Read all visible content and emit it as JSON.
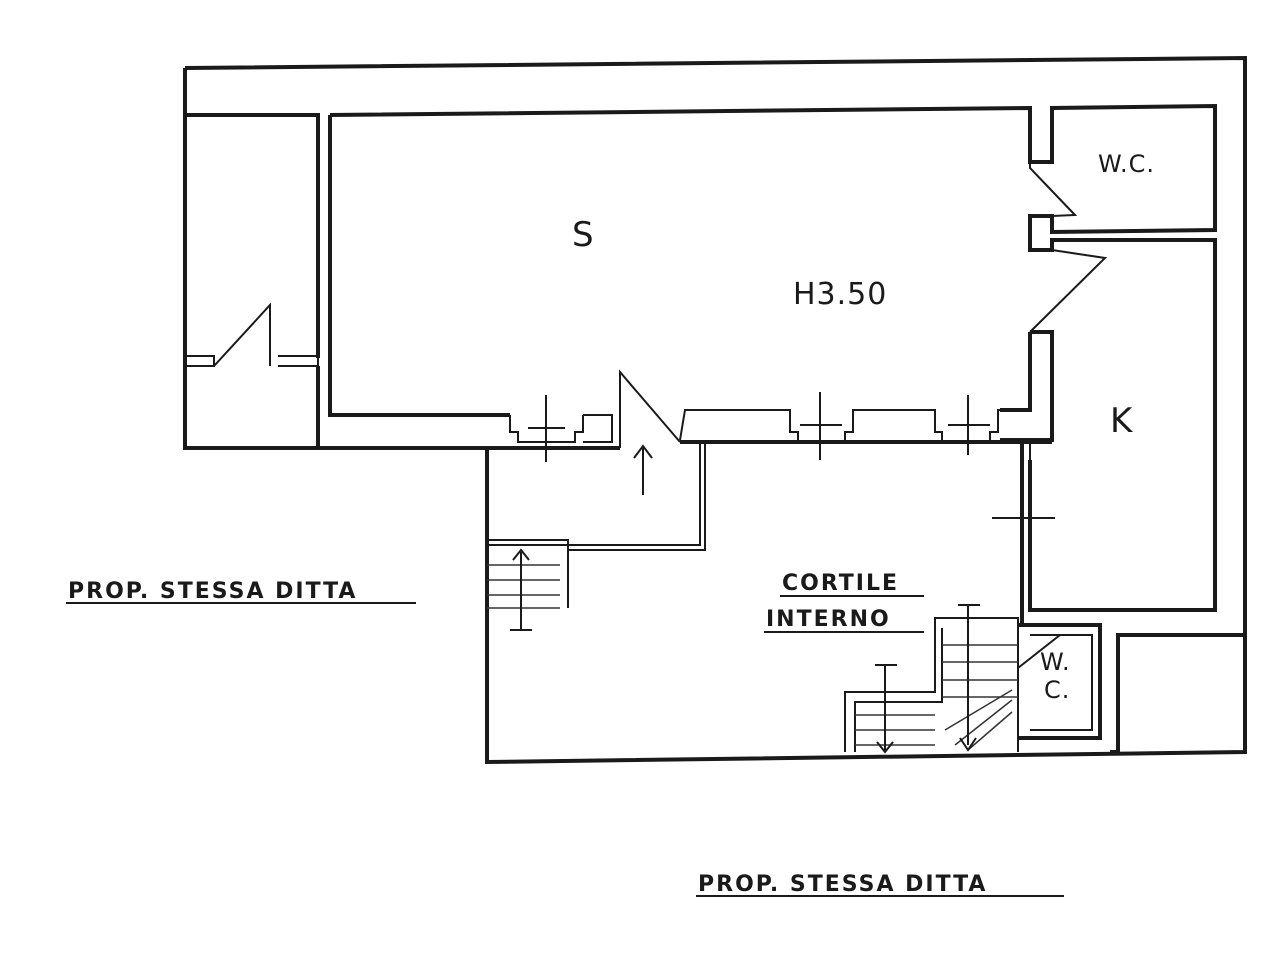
{
  "rooms": {
    "soggiorno": {
      "label": "S",
      "height": "H3.50"
    },
    "kitchen": {
      "label": "K"
    },
    "wc_upper": {
      "label": "W.C."
    },
    "wc_lower": {
      "line1": "W.",
      "line2": "C."
    }
  },
  "courtyard": {
    "line1": "CORTILE",
    "line2": "INTERNO"
  },
  "neighbors": {
    "left": "PROP. STESSA DITTA",
    "bottom": "PROP. STESSA DITTA"
  }
}
